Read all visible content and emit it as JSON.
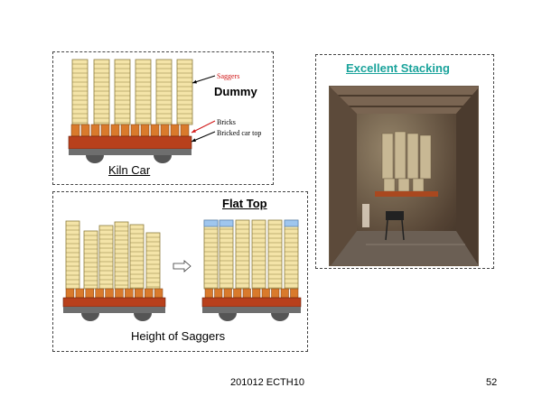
{
  "kiln_car_panel": {
    "saggers_label": "Saggers",
    "dummy_label": "Dummy",
    "bricks_label": "Bricks",
    "bricked_car_top_label": "Bricked car top",
    "caption": "Kiln Car"
  },
  "height_panel": {
    "flat_top_label": "Flat Top",
    "caption": "Height of Saggers"
  },
  "photo_panel": {
    "title": "Excellent Stacking"
  },
  "footer": {
    "code": "201012 ECTH10",
    "page_number": "52"
  },
  "colors": {
    "sagger_fill": "#f4e4a8",
    "sagger_line": "#8c7a3c",
    "brick": "#d97a2c",
    "car_top": "#b8401c",
    "base": "#6e6e6e",
    "wheel": "#555555",
    "flat_top_fill": "#9fc6ee",
    "title_teal": "#1aa39b",
    "label_red": "#d01414"
  }
}
